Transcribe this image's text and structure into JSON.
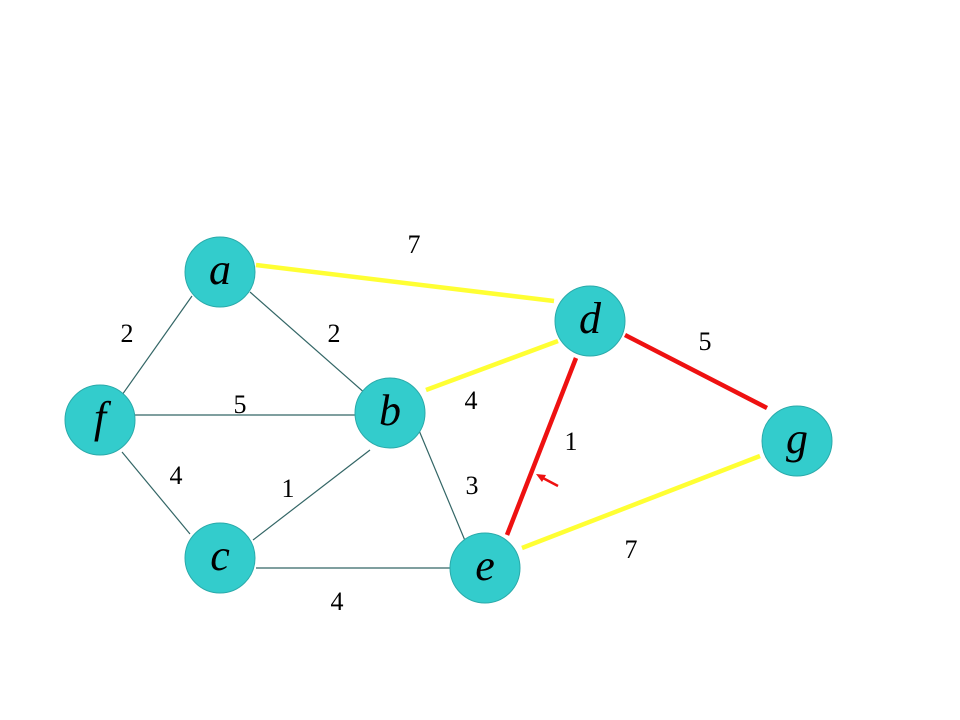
{
  "colors": {
    "node_fill": "#33cccc",
    "node_stroke": "#2aaaaa",
    "plain_edge": "#336666",
    "yellow_edge": "#ffff33",
    "red_edge": "#ee1111",
    "background": "#ffffff"
  },
  "nodes": [
    {
      "id": "a",
      "label": "a"
    },
    {
      "id": "b",
      "label": "b"
    },
    {
      "id": "c",
      "label": "c"
    },
    {
      "id": "d",
      "label": "d"
    },
    {
      "id": "e",
      "label": "e"
    },
    {
      "id": "f",
      "label": "f"
    },
    {
      "id": "g",
      "label": "g"
    }
  ],
  "edges": [
    {
      "from": "a",
      "to": "f",
      "weight": "2",
      "status": "plain"
    },
    {
      "from": "a",
      "to": "b",
      "weight": "2",
      "status": "plain"
    },
    {
      "from": "f",
      "to": "b",
      "weight": "5",
      "status": "plain"
    },
    {
      "from": "f",
      "to": "c",
      "weight": "4",
      "status": "plain"
    },
    {
      "from": "c",
      "to": "b",
      "weight": "1",
      "status": "plain"
    },
    {
      "from": "c",
      "to": "e",
      "weight": "4",
      "status": "plain"
    },
    {
      "from": "b",
      "to": "e",
      "weight": "3",
      "status": "plain"
    },
    {
      "from": "a",
      "to": "d",
      "weight": "7",
      "status": "yellow"
    },
    {
      "from": "b",
      "to": "d",
      "weight": "4",
      "status": "yellow"
    },
    {
      "from": "e",
      "to": "g",
      "weight": "7",
      "status": "yellow"
    },
    {
      "from": "d",
      "to": "g",
      "weight": "5",
      "status": "red"
    },
    {
      "from": "d",
      "to": "e",
      "weight": "1",
      "status": "red"
    }
  ],
  "pointer_arrow_edge": "d-e"
}
